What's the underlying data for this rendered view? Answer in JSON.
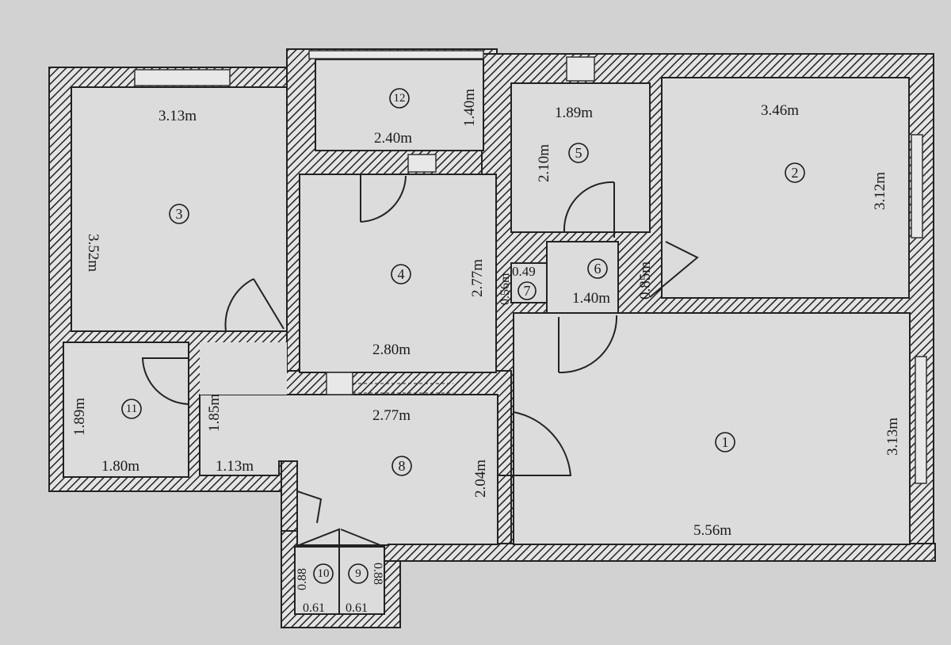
{
  "plan": {
    "rooms": [
      {
        "id": "1",
        "dims": [
          "3.13m",
          "5.56m"
        ]
      },
      {
        "id": "2",
        "dims": [
          "3.46m",
          "3.12m"
        ]
      },
      {
        "id": "3",
        "dims": [
          "3.13m",
          "3.52m"
        ]
      },
      {
        "id": "4",
        "dims": [
          "2.77m",
          "2.80m"
        ]
      },
      {
        "id": "5",
        "dims": [
          "1.89m",
          "2.10m"
        ]
      },
      {
        "id": "6",
        "dims": [
          "1.40m",
          "0.85m"
        ]
      },
      {
        "id": "7",
        "dims": [
          "0.49",
          "0.56m"
        ]
      },
      {
        "id": "8",
        "dims": [
          "2.77m",
          "2.04m",
          "1.13m",
          "1.85m"
        ]
      },
      {
        "id": "9",
        "dims": [
          "0.88",
          "0.61"
        ]
      },
      {
        "id": "10",
        "dims": [
          "0.88",
          "0.61"
        ]
      },
      {
        "id": "11",
        "dims": [
          "1.89m",
          "1.80m"
        ]
      },
      {
        "id": "12",
        "dims": [
          "2.40m",
          "1.40m"
        ]
      }
    ]
  }
}
